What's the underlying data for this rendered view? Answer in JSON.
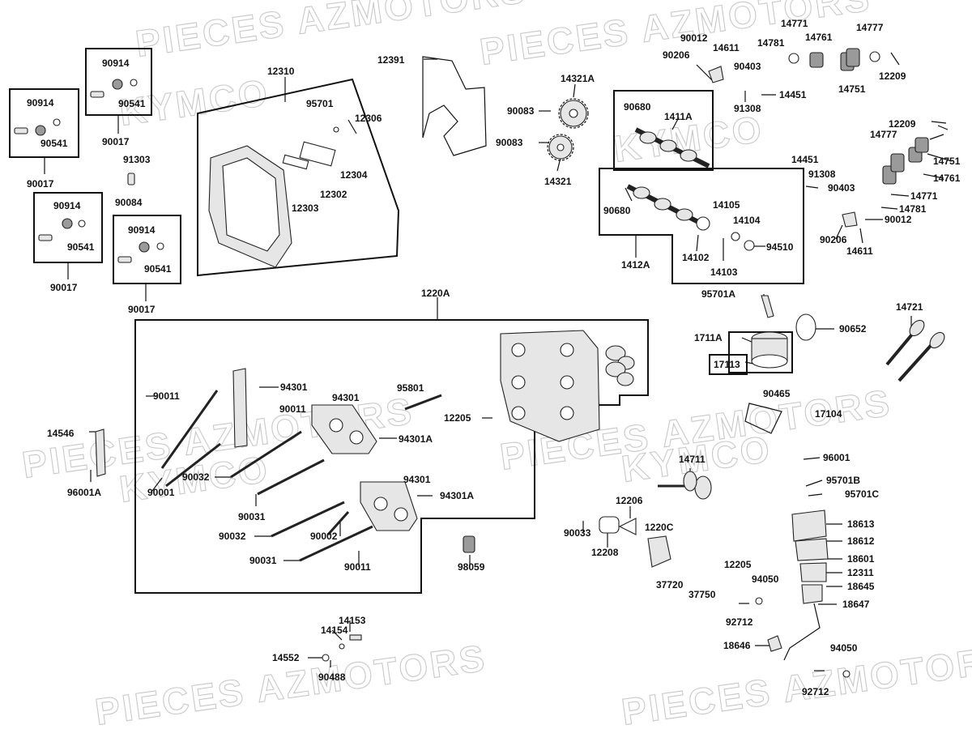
{
  "watermark": {
    "brand_text": "PIECES AZMOTORS",
    "maker_text": "KYMCO"
  },
  "labels": {
    "p12391": "12391",
    "p12310": "12310",
    "p95701": "95701",
    "p12306": "12306",
    "p12304": "12304",
    "p12302": "12302",
    "p12303": "12303",
    "p90914_a": "90914",
    "p90541_a": "90541",
    "p90017_a": "90017",
    "p90914_b": "90914",
    "p90541_b": "90541",
    "p90017_b": "90017",
    "p90914_c": "90914",
    "p90541_c": "90541",
    "p90017_c": "90017",
    "p90914_d": "90914",
    "p90541_d": "90541",
    "p90017_d": "90017",
    "p91303": "91303",
    "p90084": "90084",
    "p14321A": "14321A",
    "p90083_a": "90083",
    "p90083_b": "90083",
    "p14321": "14321",
    "p90012_t": "90012",
    "p90206_t": "90206",
    "p14611_t": "14611",
    "p14781_t": "14781",
    "p14771_t": "14771",
    "p14761_t": "14761",
    "p14777_t": "14777",
    "p90403_t": "90403",
    "p91308_t": "91308",
    "p14451_t": "14451",
    "p14751_t": "14751",
    "p12209_t": "12209",
    "p90680_a": "90680",
    "p1411A": "1411A",
    "p90680_b": "90680",
    "p14105": "14105",
    "p14104": "14104",
    "p94510": "94510",
    "p14102": "14102",
    "p14103": "14103",
    "p1412A": "1412A",
    "p12209_r": "12209",
    "p14777_r": "14777",
    "p14751_r": "14751",
    "p14451_r": "14451",
    "p91308_r": "91308",
    "p14761_r": "14761",
    "p90403_r": "90403",
    "p14771_r": "14771",
    "p14781_r": "14781",
    "p90012_r": "90012",
    "p90206_r": "90206",
    "p14611_r": "14611",
    "p95701A": "95701A",
    "p1711A": "1711A",
    "p17113": "17113",
    "p90652": "90652",
    "p14721": "14721",
    "p1220A": "1220A",
    "p90011_a": "90011",
    "p94301_a": "94301",
    "p90011_b": "90011",
    "p94301_b": "94301",
    "p95801": "95801",
    "p12205_a": "12205",
    "p94301A_a": "94301A",
    "p90032_a": "90032",
    "p90001": "90001",
    "p90031_a": "90031",
    "p94301_c": "94301",
    "p94301A_b": "94301A",
    "p90032_b": "90032",
    "p90002": "90002",
    "p90031_b": "90031",
    "p90011_c": "90011",
    "p14546": "14546",
    "p96001A": "96001A",
    "p98059": "98059",
    "p90465": "90465",
    "p17104": "17104",
    "p96001": "96001",
    "p14711": "14711",
    "p95701B": "95701B",
    "p95701C": "95701C",
    "p12206": "12206",
    "p90033": "90033",
    "p12208": "12208",
    "p1220C": "1220C",
    "p18613": "18613",
    "p18612": "18612",
    "p18601": "18601",
    "p12311": "12311",
    "p18645": "18645",
    "p18647": "18647",
    "p37720": "37720",
    "p37750": "37750",
    "p12205_b": "12205",
    "p94050_a": "94050",
    "p92712_a": "92712",
    "p18646": "18646",
    "p94050_b": "94050",
    "p92712_b": "92712",
    "p14153": "14153",
    "p14154": "14154",
    "p14552": "14552",
    "p90488": "90488"
  }
}
